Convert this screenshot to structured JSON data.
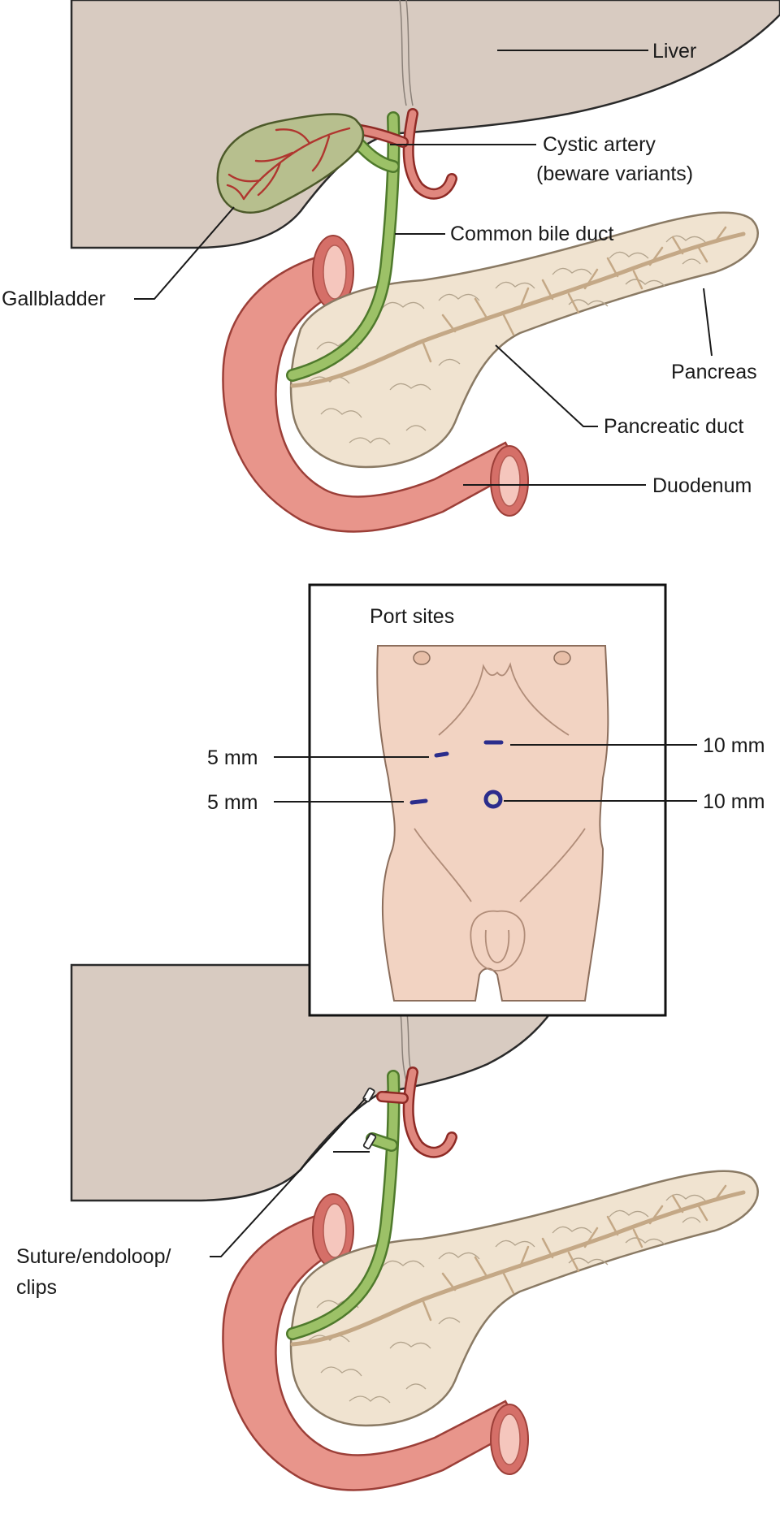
{
  "labels": {
    "liver": "Liver",
    "cystic_artery_line1": "Cystic artery",
    "cystic_artery_line2": "(beware variants)",
    "common_bile_duct": "Common bile duct",
    "gallbladder": "Gallbladder",
    "pancreas": "Pancreas",
    "pancreatic_duct": "Pancreatic duct",
    "duodenum": "Duodenum",
    "suture_line1": "Suture/endoloop/",
    "suture_line2": "clips"
  },
  "inset": {
    "title": "Port sites",
    "ports": {
      "left_upper": "5 mm",
      "left_lower": "5 mm",
      "right_upper": "10 mm",
      "right_lower": "10 mm"
    }
  },
  "colors": {
    "liver": "#d8cbc1",
    "duodenum": "#e8958b",
    "pancreas": "#f0e3d0",
    "bile_duct": "#9cc167",
    "artery": "#e0877e",
    "gallbladder": "#b7bf8e",
    "skin": "#f2d3c2",
    "port": "#2b2d8c"
  }
}
